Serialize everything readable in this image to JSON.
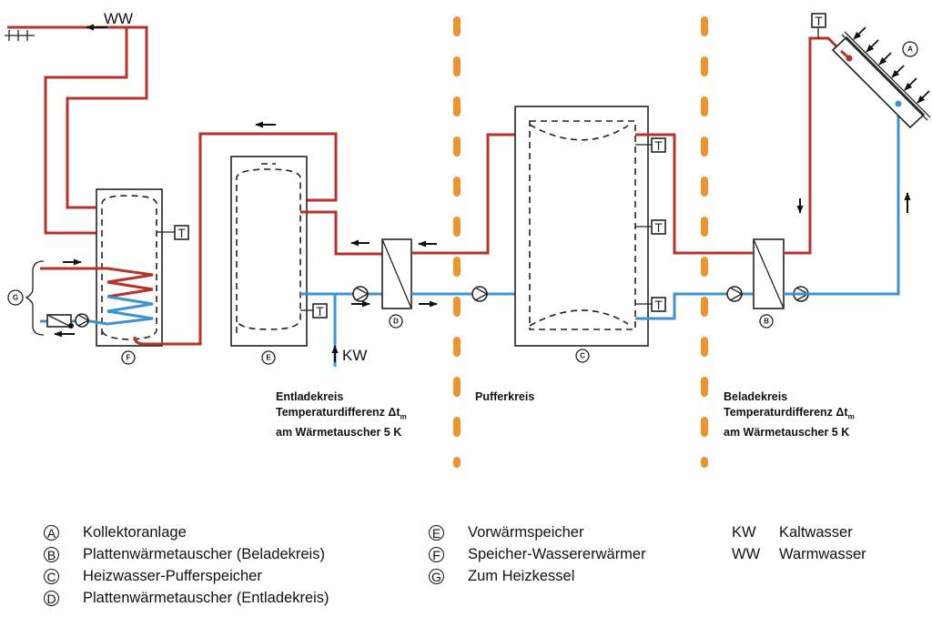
{
  "diagram": {
    "title": "Solaranlage mit Pufferspeicher, Vorwärmspeicher und Speicher-Wassererwärmer",
    "colors": {
      "hot_pipe": "#b5332a",
      "cold_pipe": "#3a94d0",
      "zone_divider": "#ec9430",
      "outline": "#222222"
    },
    "labels": {
      "ww": "WW",
      "kw": "KW",
      "sensor": "T",
      "components": [
        "A",
        "B",
        "C",
        "D",
        "E",
        "F",
        "G"
      ]
    },
    "icons": [
      "tap-icon",
      "pump-icon",
      "heat-exchanger-icon",
      "temperature-sensor-icon",
      "solar-collector-icon",
      "sunlight-arrow-icon",
      "flow-arrow-icon",
      "mixing-valve-icon"
    ]
  },
  "zones": {
    "entlade": {
      "title": "Entladekreis",
      "line2_prefix": "Temperaturdifferenz Δt",
      "line2_sub": "m",
      "line3": "am Wärmetauscher 5 K"
    },
    "puffer": {
      "title": "Pufferkreis"
    },
    "belade": {
      "title": "Beladekreis",
      "line2_prefix": "Temperaturdifferenz Δt",
      "line2_sub": "m",
      "line3": "am Wärmetauscher 5 K"
    }
  },
  "legend": {
    "components": [
      {
        "key": "A",
        "text": "Kollektoranlage"
      },
      {
        "key": "B",
        "text": "Plattenwärmetauscher (Beladekreis)"
      },
      {
        "key": "C",
        "text": "Heizwasser-Pufferspeicher"
      },
      {
        "key": "D",
        "text": "Plattenwärmetauscher (Entladekreis)"
      },
      {
        "key": "E",
        "text": "Vorwärmspeicher"
      },
      {
        "key": "F",
        "text": "Speicher-Wassererwärmer"
      },
      {
        "key": "G",
        "text": "Zum Heizkessel"
      }
    ],
    "abbreviations": [
      {
        "key": "KW",
        "text": "Kaltwasser"
      },
      {
        "key": "WW",
        "text": "Warmwasser"
      }
    ]
  }
}
